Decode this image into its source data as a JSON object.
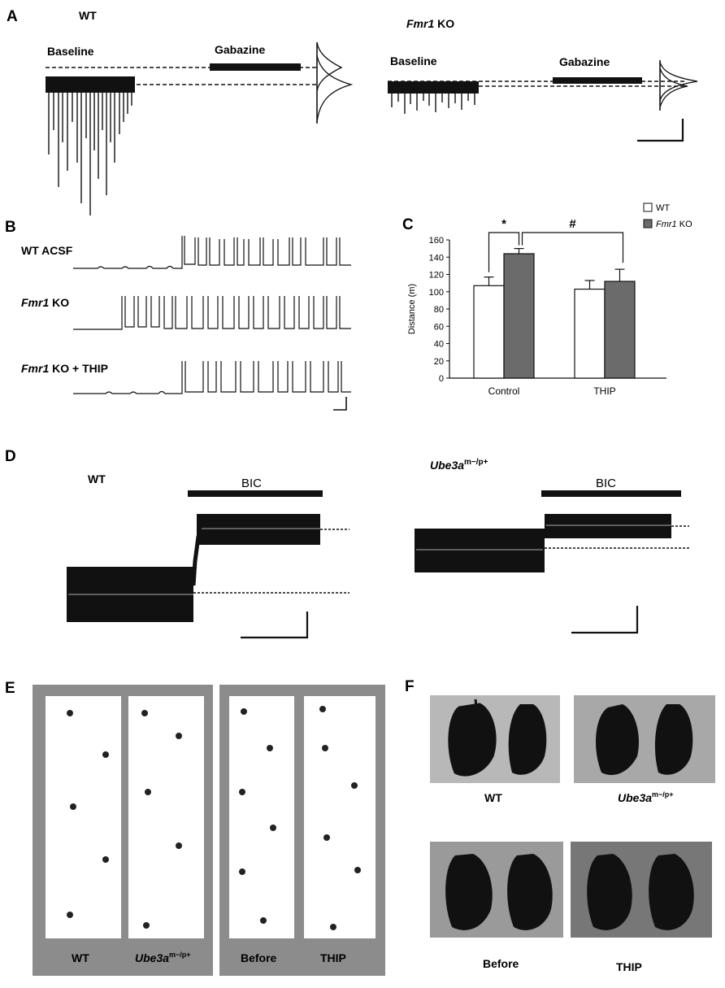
{
  "panels": {
    "A": {
      "letter": "A",
      "left": {
        "genotype": "WT",
        "baseline": "Baseline",
        "drug": "Gabazine"
      },
      "right": {
        "genotype_gene": "Fmr1",
        "genotype_suffix": " KO",
        "baseline": "Baseline",
        "drug": "Gabazine"
      }
    },
    "B": {
      "letter": "B",
      "rows": [
        {
          "gene": "",
          "text": "WT ACSF"
        },
        {
          "gene": "Fmr1",
          "text": " KO"
        },
        {
          "gene": "Fmr1",
          "text": " KO + THIP"
        }
      ]
    },
    "C": {
      "letter": "C"
    },
    "D": {
      "letter": "D",
      "left": {
        "genotype": "WT",
        "drug": "BIC"
      },
      "right": {
        "gene": "Ube3a",
        "sup": "m−/p+",
        "drug": "BIC"
      }
    },
    "E": {
      "letter": "E",
      "labels": {
        "wt": "WT",
        "ube_gene": "Ube3a",
        "ube_sup": "m−/p+",
        "before": "Before",
        "thip": "THIP"
      }
    },
    "F": {
      "letter": "F",
      "labels": {
        "wt": "WT",
        "ube_gene": "Ube3a",
        "ube_sup": "m−/p+",
        "before": "Before",
        "thip": "THIP"
      }
    }
  },
  "chart_data": {
    "type": "bar",
    "categories": [
      "Control",
      "THIP"
    ],
    "series": [
      {
        "name": "WT",
        "values": [
          107,
          103
        ],
        "errors": [
          10,
          10
        ],
        "color": "#ffffff"
      },
      {
        "name_gene": "Fmr1",
        "name": "KO",
        "values": [
          144,
          112
        ],
        "errors": [
          6,
          14
        ],
        "color": "#6b6b6b"
      }
    ],
    "ylabel": "Distance (m)",
    "ylim": [
      0,
      160
    ],
    "yticks": [
      "0",
      "20",
      "40",
      "60",
      "80",
      "100",
      "120",
      "140",
      "160"
    ],
    "annotations": {
      "star": "*",
      "hash": "#"
    },
    "legend_position": "top-right"
  }
}
